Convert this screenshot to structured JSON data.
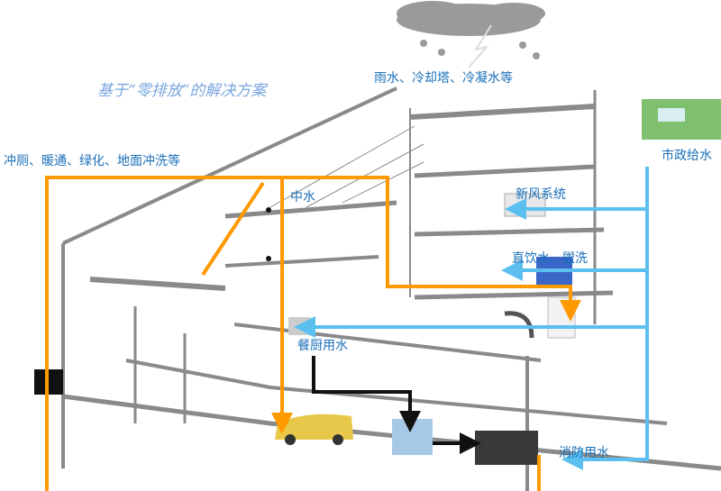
{
  "title": "基于“零排放”的解决方案",
  "labels": {
    "rain": "雨水、冷却塔、冷凝水等",
    "reuse_uses": "冲厕、暖通、绿化、地面冲洗等",
    "municipal": "市政给水",
    "reclaimed": "中水",
    "fresh_air": "新风系统",
    "drinking": "直饮水、盥洗",
    "kitchen": "餐厨用水",
    "fire": "消防用水"
  },
  "colors": {
    "reclaimed_line": "#ff9900",
    "municipal_line": "#5bc0f0",
    "waste_line": "#111111",
    "structure": "#888888",
    "label": "#1a6fb8"
  }
}
